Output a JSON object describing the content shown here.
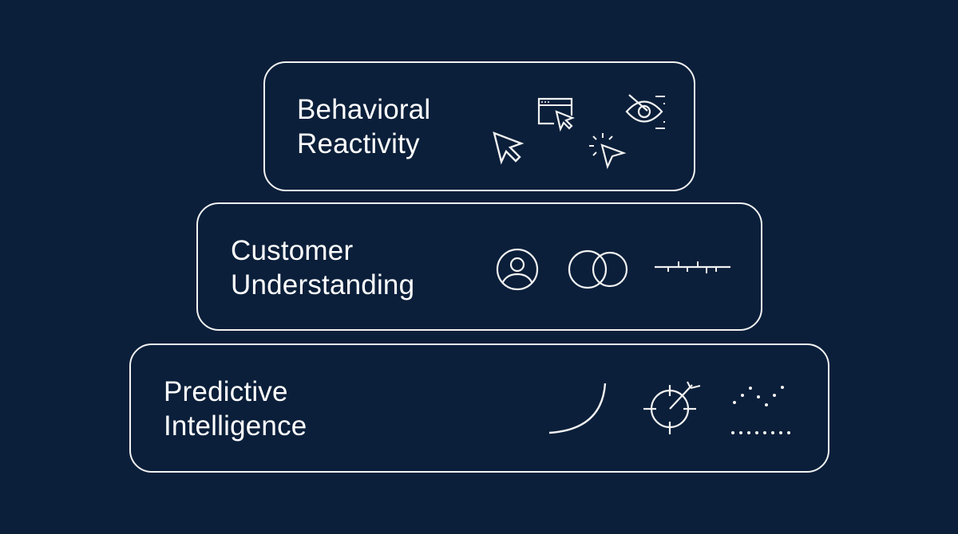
{
  "colors": {
    "background": "#0b1f3a",
    "stroke": "#f2f2f2",
    "text": "#ffffff"
  },
  "tiers": [
    {
      "line1": "Behavioral",
      "line2": "Reactivity",
      "icons": [
        "cursor-arrow-icon",
        "browser-window-cursor-icon",
        "cursor-click-icon",
        "eye-tracking-icon"
      ]
    },
    {
      "line1": "Customer",
      "line2": "Understanding",
      "icons": [
        "user-profile-icon",
        "venn-diagram-icon",
        "timeline-ticks-icon"
      ]
    },
    {
      "line1": "Predictive",
      "line2": "Intelligence",
      "icons": [
        "growth-curve-icon",
        "target-arrow-icon",
        "dotted-trend-chart-icon"
      ]
    }
  ]
}
